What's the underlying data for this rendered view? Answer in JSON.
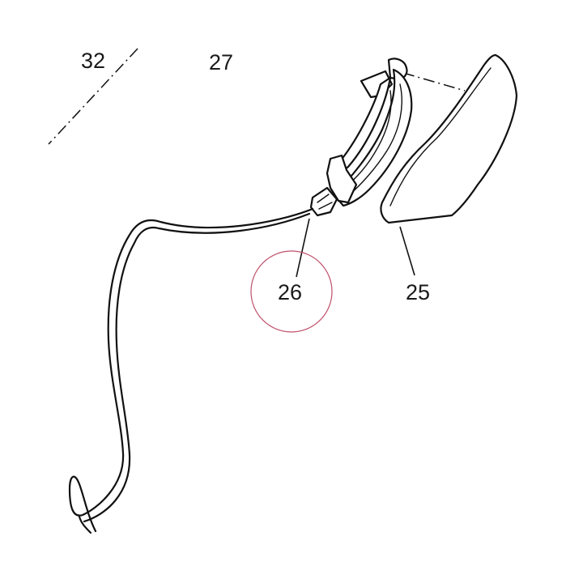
{
  "callouts": {
    "c32": "32",
    "c27": "27",
    "c26": "26",
    "c25": "25"
  },
  "colors": {
    "line": "#111111",
    "highlight_circle": "#c0506a",
    "background": "#ffffff"
  },
  "highlighted_callout": "26"
}
